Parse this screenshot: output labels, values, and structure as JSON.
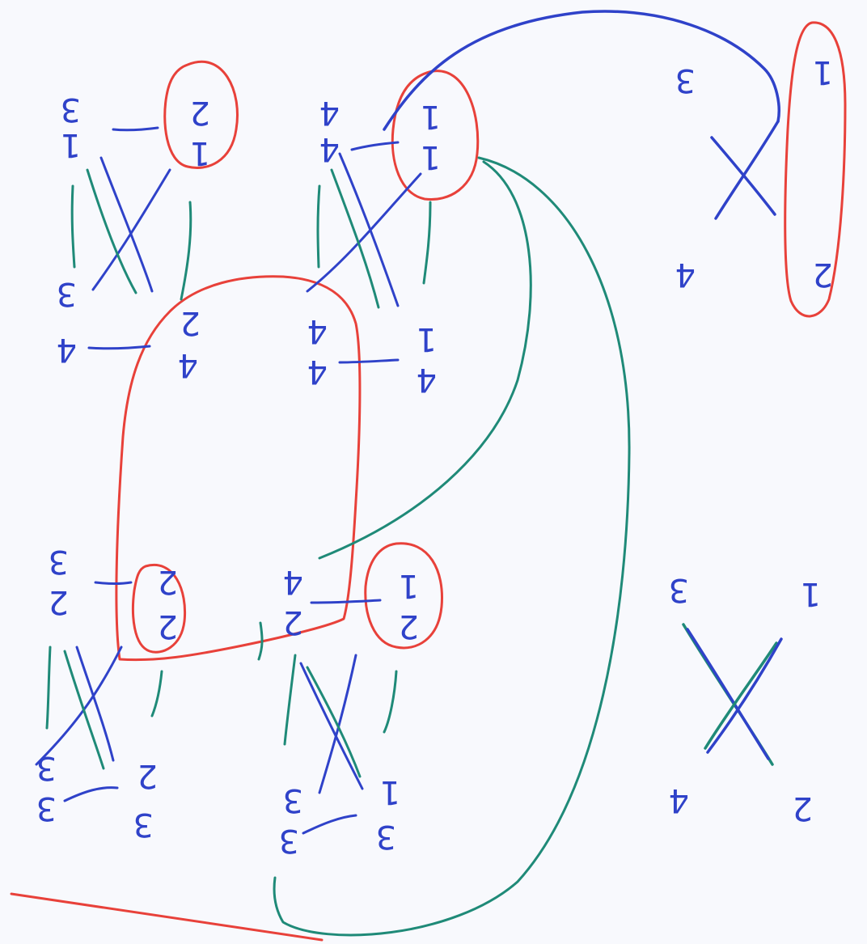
{
  "diagram": {
    "kind": "hand-drawn index contraction diagram",
    "colors": {
      "blue": "#2f42c9",
      "green": "#1f8a78",
      "red": "#e8413a",
      "paper": "#f8f9fd"
    },
    "blocks": [
      {
        "id": "top-left",
        "labels": {
          "tr_outer": "3",
          "tr_inner": "1",
          "top_a": "2",
          "top_b": "1",
          "bl_a": "3",
          "bl_b": "4",
          "bottom": "2 4"
        }
      },
      {
        "id": "top-middle",
        "labels": {
          "tr_a": "4",
          "tr_b": "4",
          "top_a": "1",
          "top_b": "1",
          "bottom": "4 4",
          "bottom_b": "1 4"
        }
      },
      {
        "id": "top-right",
        "labels": {
          "tl": "3",
          "tr": "1",
          "bl": "4",
          "br": "2"
        }
      },
      {
        "id": "bottom-left",
        "labels": {
          "l_a": "3",
          "l_b": "2",
          "mid_a": "2",
          "mid_b": "2",
          "bl": "3",
          "bottom_a": "3",
          "bottom_b": "3",
          "br": "2"
        }
      },
      {
        "id": "bottom-middle",
        "labels": {
          "tl_a": "4",
          "tl_b": "2",
          "circled_a": "1",
          "circled_b": "2",
          "bl": "3",
          "br": "1",
          "bottom_a": "3",
          "bottom_b": "3"
        }
      },
      {
        "id": "bottom-right",
        "labels": {
          "tl": "3",
          "tr": "1",
          "bl": "4",
          "br": "2"
        }
      }
    ]
  }
}
